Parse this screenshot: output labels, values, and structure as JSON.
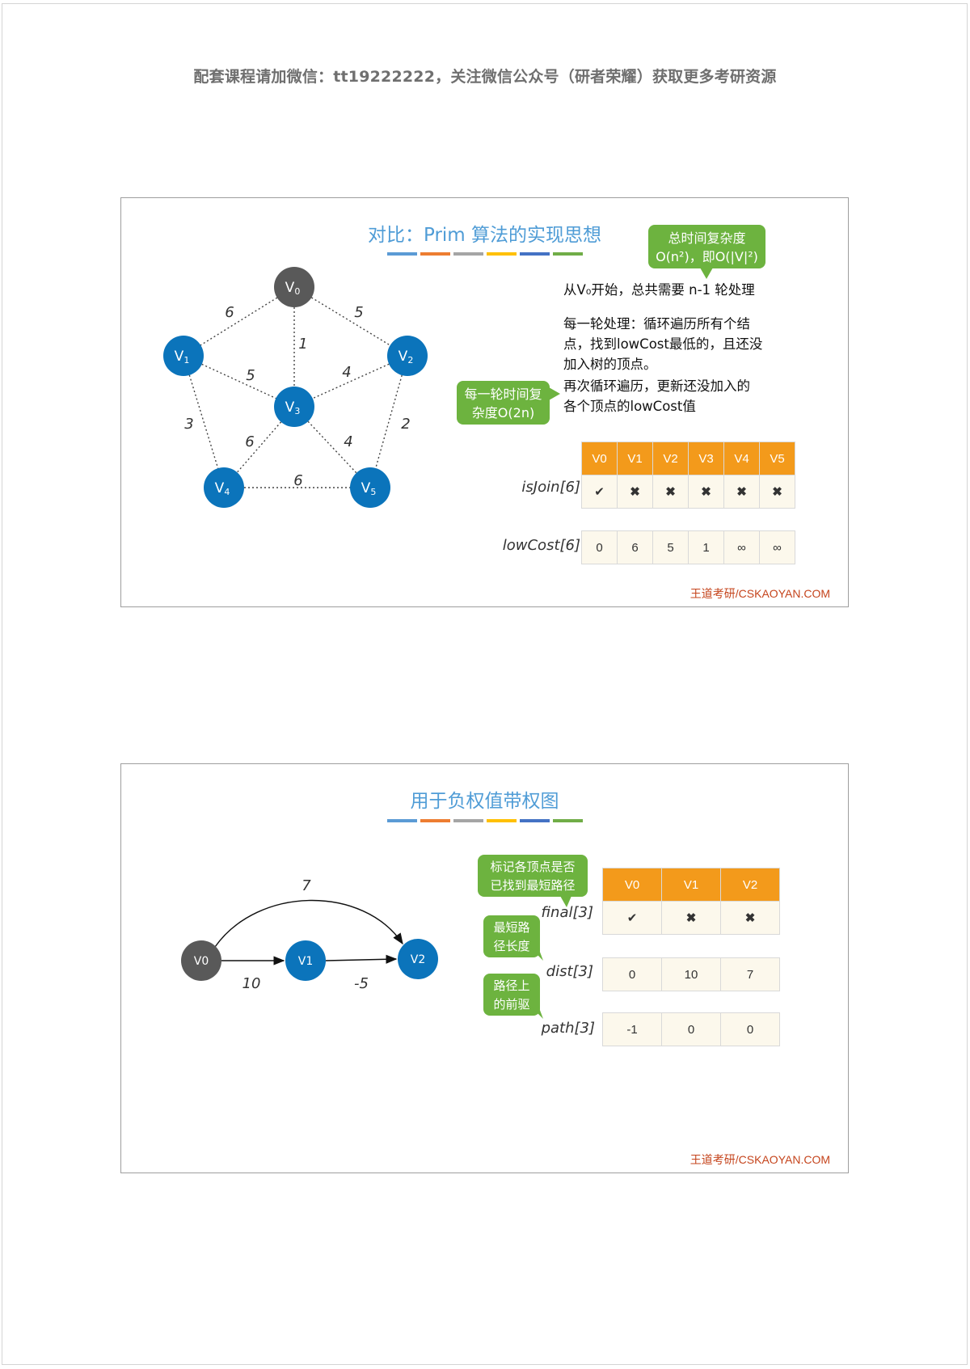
{
  "header": "配套课程请加微信：tt19222222，关注微信公众号（研者荣耀）获取更多考研资源",
  "colors": {
    "bar": [
      "#5b9bd5",
      "#ed7d31",
      "#a5a5a5",
      "#ffc000",
      "#4472c4",
      "#70ad47"
    ],
    "vertex_start": "#595959",
    "vertex": "#0b74bb",
    "bubble": "#6db33f",
    "table_header": "#f39a1b",
    "cross": "#d92a23"
  },
  "slide1": {
    "title": "对比：Prim 算法的实现思想",
    "graph": {
      "vertices": [
        {
          "sub": "0",
          "start": true
        },
        {
          "sub": "1"
        },
        {
          "sub": "2"
        },
        {
          "sub": "3"
        },
        {
          "sub": "4"
        },
        {
          "sub": "5"
        }
      ],
      "edges": [
        {
          "from": 0,
          "to": 1,
          "w": "6"
        },
        {
          "from": 0,
          "to": 2,
          "w": "5"
        },
        {
          "from": 0,
          "to": 3,
          "w": "1"
        },
        {
          "from": 1,
          "to": 3,
          "w": "5"
        },
        {
          "from": 2,
          "to": 3,
          "w": "4"
        },
        {
          "from": 1,
          "to": 4,
          "w": "3"
        },
        {
          "from": 2,
          "to": 5,
          "w": "2"
        },
        {
          "from": 3,
          "to": 4,
          "w": "6"
        },
        {
          "from": 3,
          "to": 5,
          "w": "4"
        },
        {
          "from": 4,
          "to": 5,
          "w": "6"
        }
      ]
    },
    "bubble_total": {
      "line1": "总时间复杂度",
      "line2": "O(n²)，即O(|V|²)"
    },
    "bubble_round": {
      "line1": "每一轮时间复",
      "line2": "杂度O(2n)"
    },
    "note1": "从V₀开始，总共需要 n-1 轮处理",
    "note2": [
      "每一轮处理：循环遍历所有个结",
      "点，找到lowCost最低的，且还没",
      "加入树的顶点。"
    ],
    "note3": [
      "再次循环遍历，更新还没加入的",
      "各个顶点的lowCost值"
    ],
    "table": {
      "headers": [
        "V0",
        "V1",
        "V2",
        "V3",
        "V4",
        "V5"
      ],
      "isJoin_label": "isJoin[6]",
      "isJoin": [
        "✔",
        "✖",
        "✖",
        "✖",
        "✖",
        "✖"
      ],
      "lowCost_label": "lowCost[6]",
      "lowCost": [
        "0",
        "6",
        "5",
        "1",
        "∞",
        "∞"
      ]
    },
    "footer": "王道考研/CSKAOYAN.COM"
  },
  "slide2": {
    "title": "用于负权值带权图",
    "graph": {
      "vertices": [
        {
          "label": "V0",
          "start": true
        },
        {
          "label": "V1"
        },
        {
          "label": "V2"
        }
      ],
      "edges": [
        {
          "from": 0,
          "to": 1,
          "w": "10"
        },
        {
          "from": 1,
          "to": 2,
          "w": "-5"
        },
        {
          "from": 0,
          "to": 2,
          "w": "7"
        }
      ]
    },
    "bubble_final": {
      "line1": "标记各顶点是否",
      "line2": "已找到最短路径"
    },
    "bubble_dist": {
      "line1": "最短路",
      "line2": "径长度"
    },
    "bubble_path": {
      "line1": "路径上",
      "line2": "的前驱"
    },
    "table": {
      "headers": [
        "V0",
        "V1",
        "V2"
      ],
      "final_label": "final[3]",
      "final": [
        "✔",
        "✖",
        "✖"
      ],
      "dist_label": "dist[3]",
      "dist": [
        "0",
        "10",
        "7"
      ],
      "path_label": "path[3]",
      "path": [
        "-1",
        "0",
        "0"
      ]
    },
    "footer": "王道考研/CSKAOYAN.COM"
  }
}
